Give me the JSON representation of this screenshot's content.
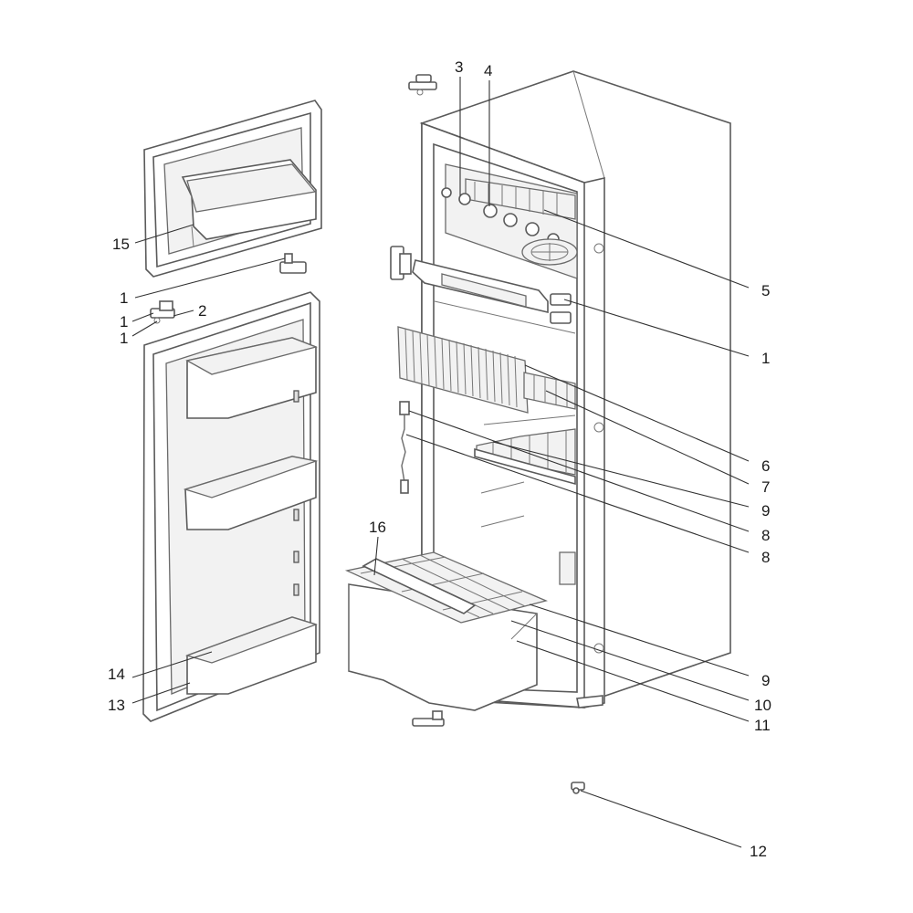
{
  "callouts": [
    {
      "label": "3"
    },
    {
      "label": "4"
    },
    {
      "label": "15"
    },
    {
      "label": "5"
    },
    {
      "label": "1"
    },
    {
      "label": "2"
    },
    {
      "label": "1"
    },
    {
      "label": "1"
    },
    {
      "label": "1"
    },
    {
      "label": "6"
    },
    {
      "label": "7"
    },
    {
      "label": "9"
    },
    {
      "label": "8"
    },
    {
      "label": "16"
    },
    {
      "label": "8"
    },
    {
      "label": "14"
    },
    {
      "label": "9"
    },
    {
      "label": "13"
    },
    {
      "label": "10"
    },
    {
      "label": "11"
    },
    {
      "label": "12"
    }
  ]
}
